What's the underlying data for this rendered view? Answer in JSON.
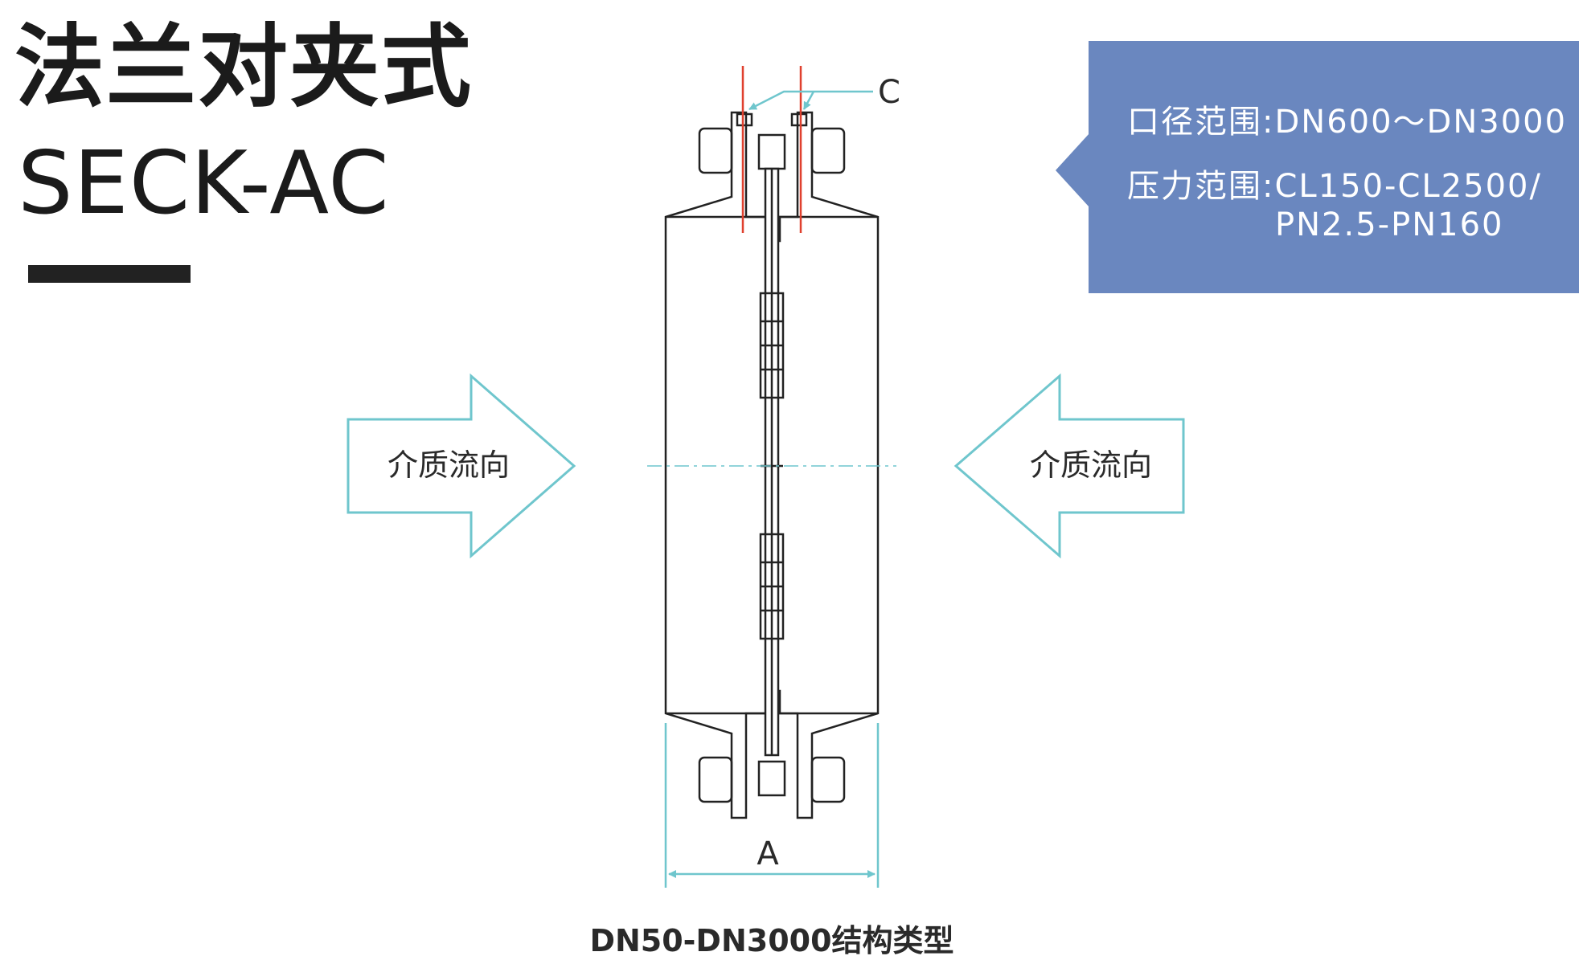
{
  "title": {
    "chinese": "法兰对夹式",
    "model": "SECK-AC"
  },
  "spec_box": {
    "line1": "口径范围:DN600～DN3000",
    "line2": "压力范围:CL150-CL2500/",
    "line3": "PN2.5-PN160"
  },
  "diagram": {
    "flow_left": "介质流向",
    "flow_right": "介质流向",
    "dim_c": "C",
    "dim_a": "A"
  },
  "caption": "DN50-DN3000结构类型",
  "colors": {
    "accent_blue": "#6a87bf",
    "arrow_teal": "#6fc6cd",
    "red_line": "#e0412f",
    "body_stroke": "#222222"
  }
}
